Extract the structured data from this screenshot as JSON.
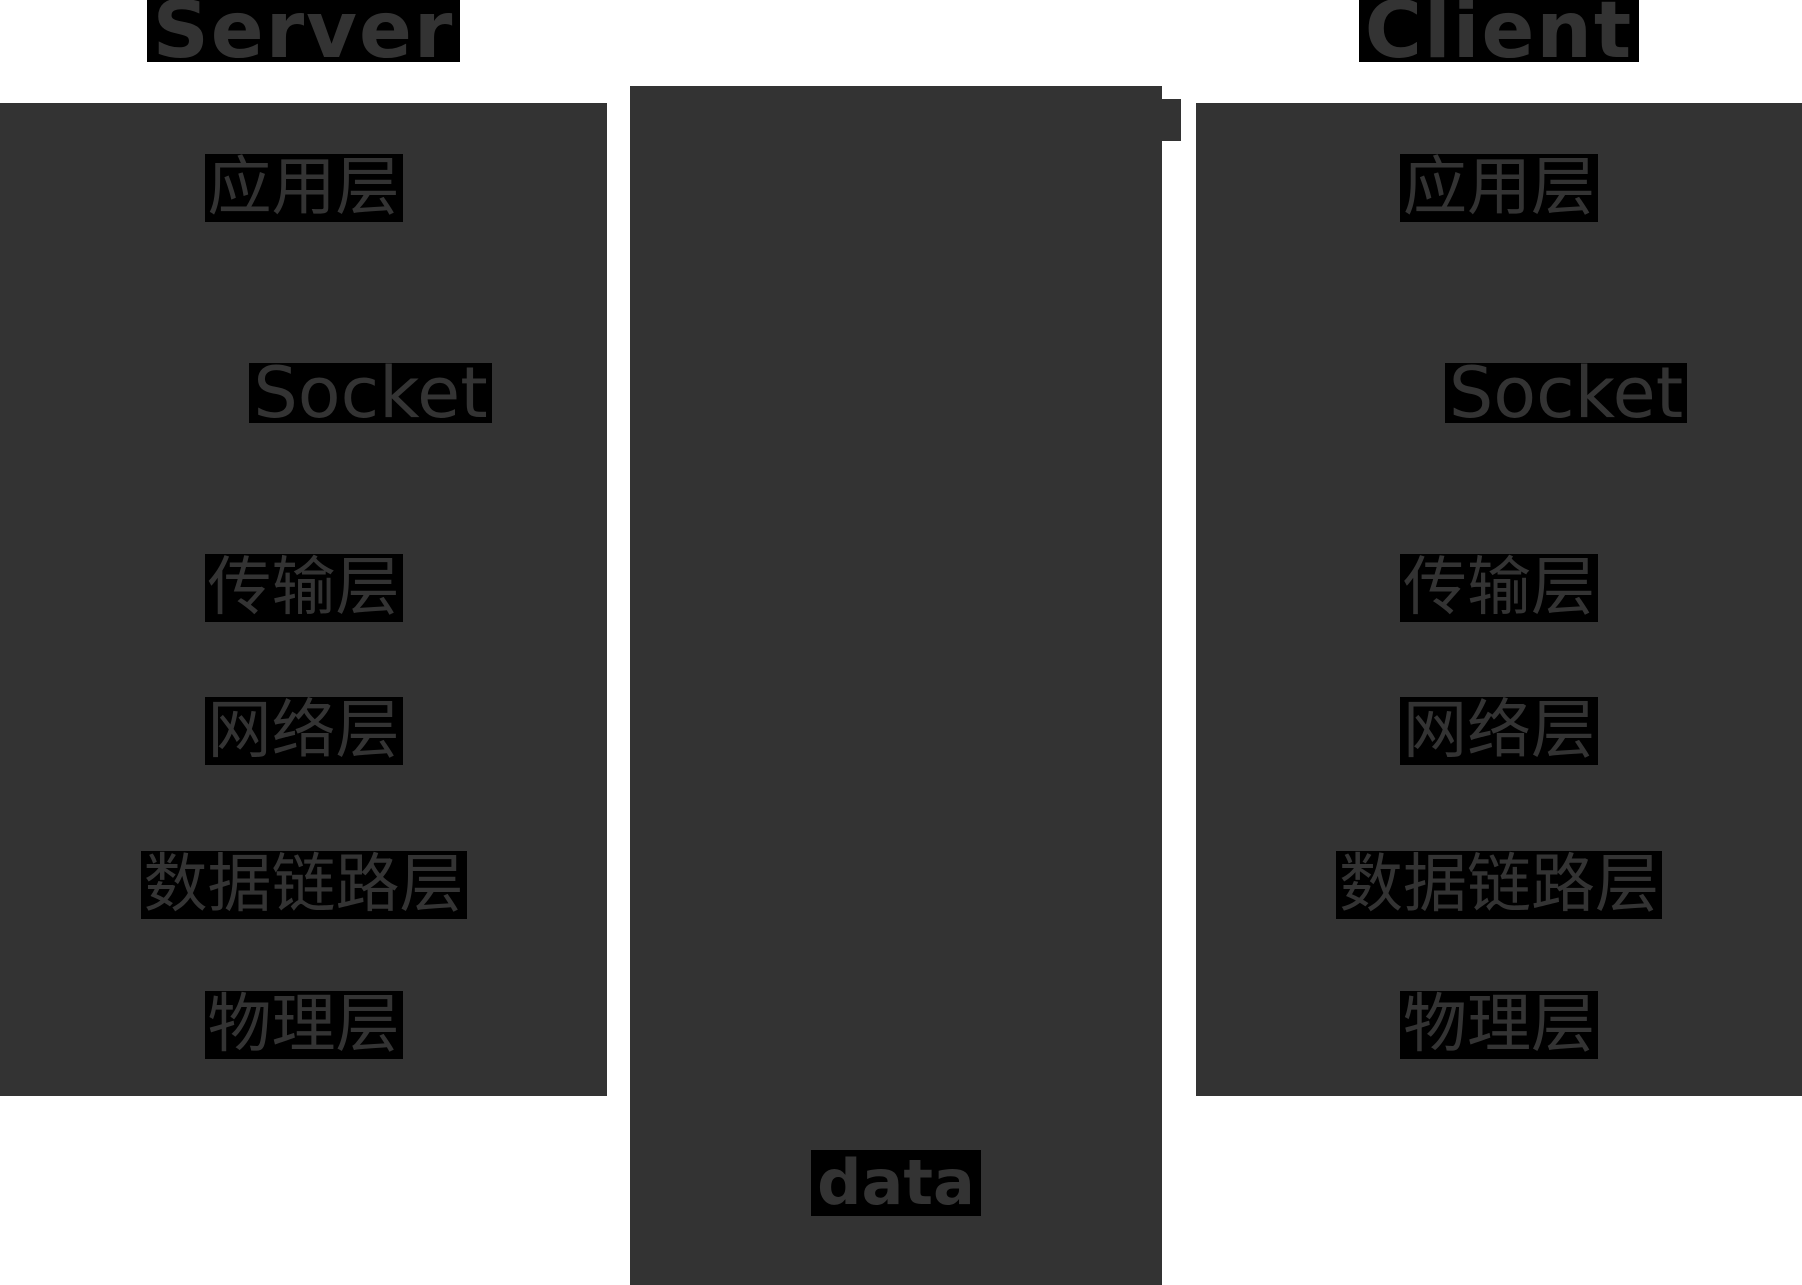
{
  "diagram": {
    "colors": {
      "background": "#ffffff",
      "box": "#333333",
      "highlight": "#000000",
      "text": "#333333"
    },
    "server": {
      "title": "Server",
      "layers": [
        {
          "label": "应用层"
        },
        {
          "label": "Socket"
        },
        {
          "label": "传输层"
        },
        {
          "label": "网络层"
        },
        {
          "label": "数据链路层"
        },
        {
          "label": "物理层"
        }
      ]
    },
    "client": {
      "title": "Client",
      "layers": [
        {
          "label": "应用层"
        },
        {
          "label": "Socket"
        },
        {
          "label": "传输层"
        },
        {
          "label": "网络层"
        },
        {
          "label": "数据链路层"
        },
        {
          "label": "物理层"
        }
      ]
    },
    "channel": {
      "label": "data"
    }
  }
}
